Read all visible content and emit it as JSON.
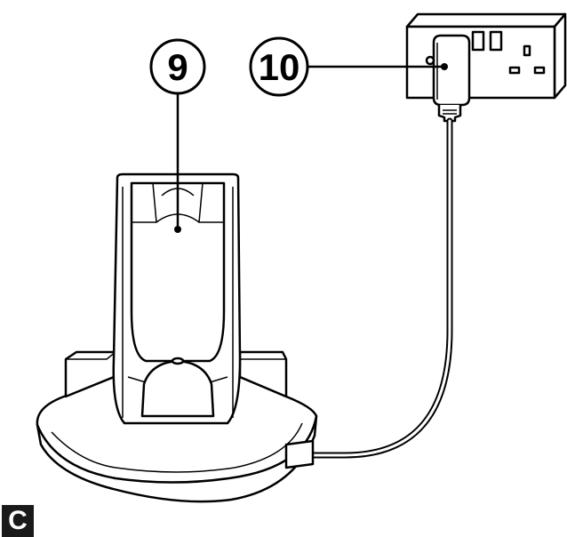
{
  "panel_label": "C",
  "callouts": [
    {
      "number": "9",
      "target": "charging-stand"
    },
    {
      "number": "10",
      "target": "power-adapter"
    }
  ],
  "colors": {
    "line": "#000000",
    "fill": "#ffffff",
    "panel_label_bg": "#1a1a1a",
    "panel_label_text": "#ffffff"
  }
}
